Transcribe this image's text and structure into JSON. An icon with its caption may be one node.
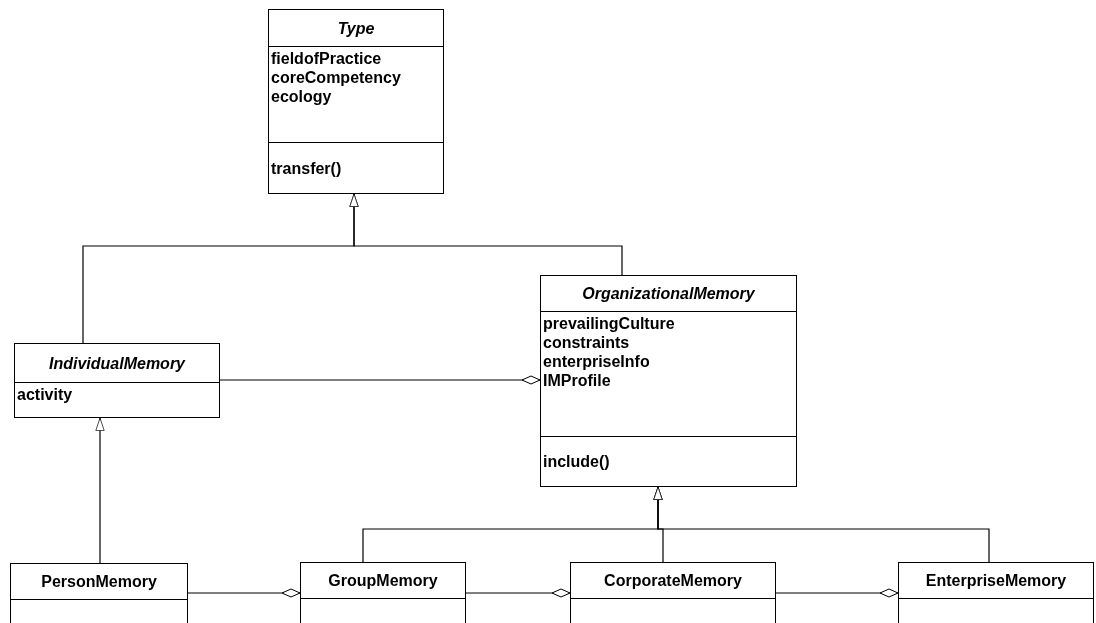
{
  "diagram": {
    "nodes": [
      {
        "text": [
          "Type",
          "fieldofPractice",
          "coreCompetency",
          "ecology",
          "transfer()"
        ]
      },
      {
        "text": [
          "IndividualMemory",
          "activity"
        ]
      },
      {
        "text": [
          "OrganizationalMemory",
          "prevailingCulture",
          "constraints",
          "enterpriseInfo",
          "IMProfile",
          "include()"
        ]
      },
      {
        "text": [
          "PersonMemory"
        ]
      },
      {
        "text": [
          "GroupMemory"
        ]
      },
      {
        "text": [
          "CorporateMemory"
        ]
      },
      {
        "text": [
          "EnterpriseMemory"
        ]
      }
    ],
    "edges": [
      {
        "from": 1,
        "to": 0,
        "arrow": "to"
      },
      {
        "from": 2,
        "to": 0,
        "arrow": "to"
      },
      {
        "from": 1,
        "to": 2,
        "arrow": "other"
      },
      {
        "from": 3,
        "to": 1,
        "arrow": "to"
      },
      {
        "from": 4,
        "to": 2,
        "arrow": "to"
      },
      {
        "from": 5,
        "to": 2,
        "arrow": "to"
      },
      {
        "from": 6,
        "to": 2,
        "arrow": "to"
      },
      {
        "from": 3,
        "to": 4,
        "arrow": "other"
      },
      {
        "from": 4,
        "to": 5,
        "arrow": "other"
      },
      {
        "from": 5,
        "to": 6,
        "arrow": "other"
      }
    ]
  }
}
